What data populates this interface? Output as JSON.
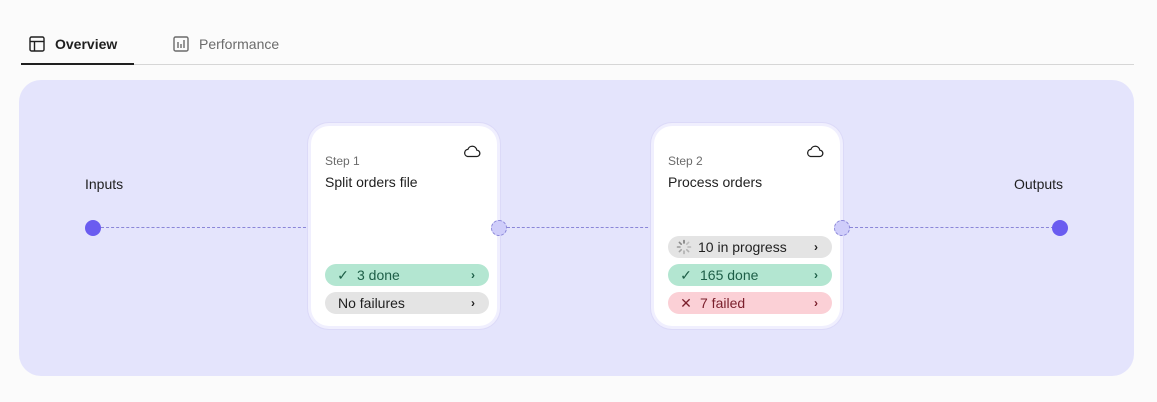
{
  "tabs": [
    {
      "label": "Overview",
      "icon": "layout-icon",
      "active": true
    },
    {
      "label": "Performance",
      "icon": "bar-chart-icon",
      "active": false
    }
  ],
  "flow": {
    "inputs_label": "Inputs",
    "outputs_label": "Outputs",
    "steps": [
      {
        "number": "Step 1",
        "title": "Split orders file",
        "icon": "cloud-icon",
        "statuses": [
          {
            "text": "3 done",
            "kind": "done"
          },
          {
            "text": "No failures",
            "kind": "neutral"
          }
        ]
      },
      {
        "number": "Step 2",
        "title": "Process orders",
        "icon": "cloud-icon",
        "statuses": [
          {
            "text": "10 in progress",
            "kind": "progress"
          },
          {
            "text": "165 done",
            "kind": "done"
          },
          {
            "text": "7 failed",
            "kind": "failed"
          }
        ]
      }
    ]
  },
  "colors": {
    "canvas": "#e4e4fc",
    "node": "#6a5cf0",
    "done": "#b3e6d1",
    "failed": "#fbd0d6",
    "neutral": "#e4e4e4"
  }
}
